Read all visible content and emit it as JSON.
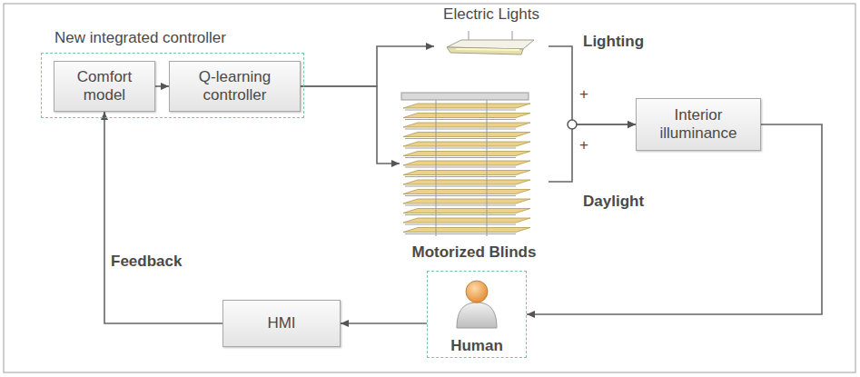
{
  "diagram": {
    "nodes": [
      {
        "text": [
          "New integrated controller"
        ]
      },
      {
        "text": [
          "Comfort model"
        ],
        "in": 0
      },
      {
        "text": [
          "Q-learning controller"
        ],
        "in": 0
      },
      {
        "text": [
          "Electric Lights"
        ]
      },
      {
        "text": [
          "Motorized Blinds"
        ]
      },
      {
        "text": [
          "Interior illuminance"
        ]
      },
      {
        "text": [
          "Human"
        ]
      },
      {
        "text": [
          "HMI"
        ]
      }
    ],
    "edges": [
      {
        "from": 1,
        "to": 2,
        "arrow": "to"
      },
      {
        "from": 2,
        "to": 3,
        "arrow": "to"
      },
      {
        "from": 2,
        "to": 4,
        "arrow": "to"
      },
      {
        "from": 3,
        "to": 5,
        "label": "Lighting",
        "arrow": "to"
      },
      {
        "from": 4,
        "to": 5,
        "label": "Daylight",
        "arrow": "to"
      },
      {
        "from": 5,
        "to": 6,
        "arrow": "to"
      },
      {
        "from": 6,
        "to": 7,
        "arrow": "to"
      },
      {
        "from": 7,
        "to": 1,
        "label": "Feedback",
        "arrow": "to"
      }
    ],
    "labels": [
      "+",
      "+"
    ]
  }
}
